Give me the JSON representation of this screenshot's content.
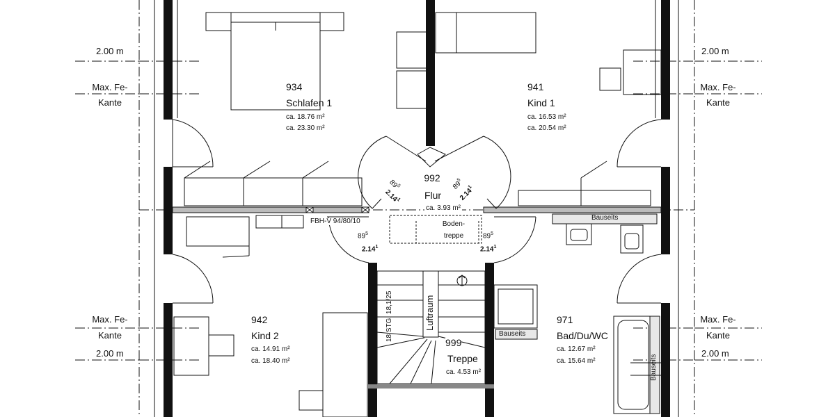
{
  "rooms": {
    "schlafen": {
      "number": "934",
      "name": "Schlafen 1",
      "area1": "ca. 18.76 m²",
      "area2": "ca. 23.30 m²"
    },
    "kind1": {
      "number": "941",
      "name": "Kind 1",
      "area1": "ca. 16.53 m²",
      "area2": "ca. 20.54 m²"
    },
    "flur": {
      "number": "992",
      "name": "Flur",
      "area1": "ca. 3.93 m²"
    },
    "kind2": {
      "number": "942",
      "name": "Kind 2",
      "area1": "ca. 14.91 m²",
      "area2": "ca. 18.40 m²"
    },
    "treppe": {
      "number": "999",
      "name": "Treppe",
      "area1": "ca. 4.53 m²"
    },
    "bad": {
      "number": "971",
      "name": "Bad/Du/WC",
      "area1": "ca. 12.67 m²",
      "area2": "ca. 15.64 m²"
    }
  },
  "margins": {
    "dim_200": "2.00 m",
    "fe_line1": "Max. Fe-",
    "fe_line2": "Kante"
  },
  "doors": {
    "height_89": "89",
    "sup_5": "5",
    "height_214": "2.14",
    "sup_1": "1"
  },
  "labels": {
    "fbh": "FBH-V 94/80/10",
    "bodentreppe_1": "Boden-",
    "bodentreppe_2": "treppe",
    "bauseits": "Bauseits",
    "luftraum": "Luftraum",
    "stg": "18 STG. 18,1/25"
  }
}
